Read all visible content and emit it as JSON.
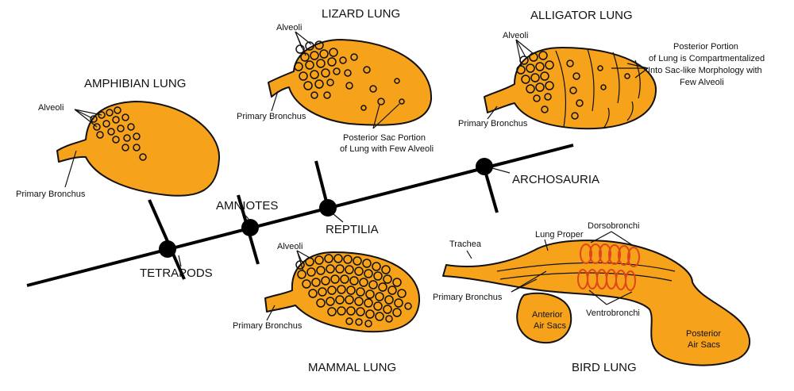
{
  "colors": {
    "lung_fill": "#f7a21b",
    "outline": "#111111",
    "coil": "#e0441a"
  },
  "phylogeny": {
    "clades": [
      "TETRAPODS",
      "AMNIOTES",
      "REPTILIA",
      "ARCHOSAURIA"
    ]
  },
  "amphibian": {
    "title": "AMPHIBIAN LUNG",
    "alveoli": "Alveoli",
    "bronchus": "Primary Bronchus"
  },
  "lizard": {
    "title": "LIZARD LUNG",
    "alveoli": "Alveoli",
    "bronchus": "Primary Bronchus",
    "note_line1": "Posterior Sac Portion",
    "note_line2": "of Lung with Few Alveoli"
  },
  "alligator": {
    "title": "ALLIGATOR LUNG",
    "alveoli": "Alveoli",
    "bronchus": "Primary Bronchus",
    "note_line1": "Posterior Portion",
    "note_line2": "of Lung is Compartmentalized",
    "note_line3": "Into Sac-like Morphology with",
    "note_line4": "Few Alveoli"
  },
  "mammal": {
    "title": "MAMMAL LUNG",
    "alveoli": "Alveoli",
    "bronchus": "Primary Bronchus"
  },
  "bird": {
    "title": "BIRD LUNG",
    "trachea": "Trachea",
    "lung_proper": "Lung Proper",
    "dorsobronchi": "Dorsobronchi",
    "bronchus": "Primary Bronchus",
    "anterior_1": "Anterior",
    "anterior_2": "Air Sacs",
    "ventrobronchi": "Ventrobronchi",
    "posterior_1": "Posterior",
    "posterior_2": "Air Sacs"
  }
}
